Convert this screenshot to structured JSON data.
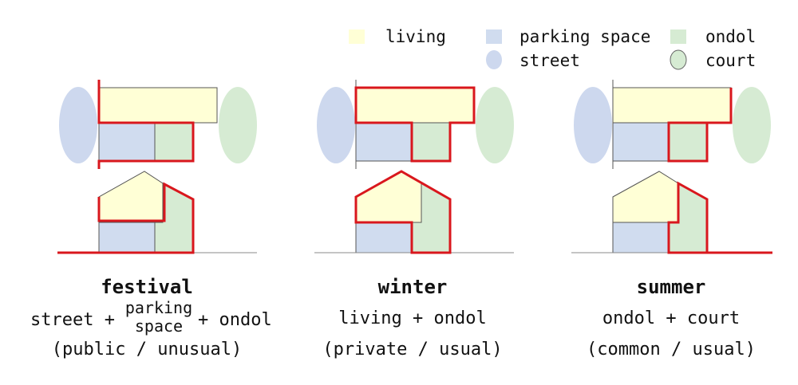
{
  "colors": {
    "living": "#ffffd6",
    "parking": "#d0dcef",
    "ondol": "#d6ebd3",
    "street": "#cdd8ee",
    "court": "#d6ebd3",
    "highlight": "#d9171d",
    "outline": "#555555"
  },
  "legend": {
    "living": "living",
    "parking": "parking space",
    "ondol": "ondol",
    "street": "street",
    "court": "court"
  },
  "panels": [
    {
      "title": "festival",
      "formula_left": "street +",
      "formula_stack_top": "parking",
      "formula_stack_bottom": "space",
      "formula_right": "+ ondol",
      "note": "(public / unusual)"
    },
    {
      "title": "winter",
      "formula": "living + ondol",
      "note": "(private / usual)"
    },
    {
      "title": "summer",
      "formula": "ondol + court",
      "note": "(common / usual)"
    }
  ]
}
